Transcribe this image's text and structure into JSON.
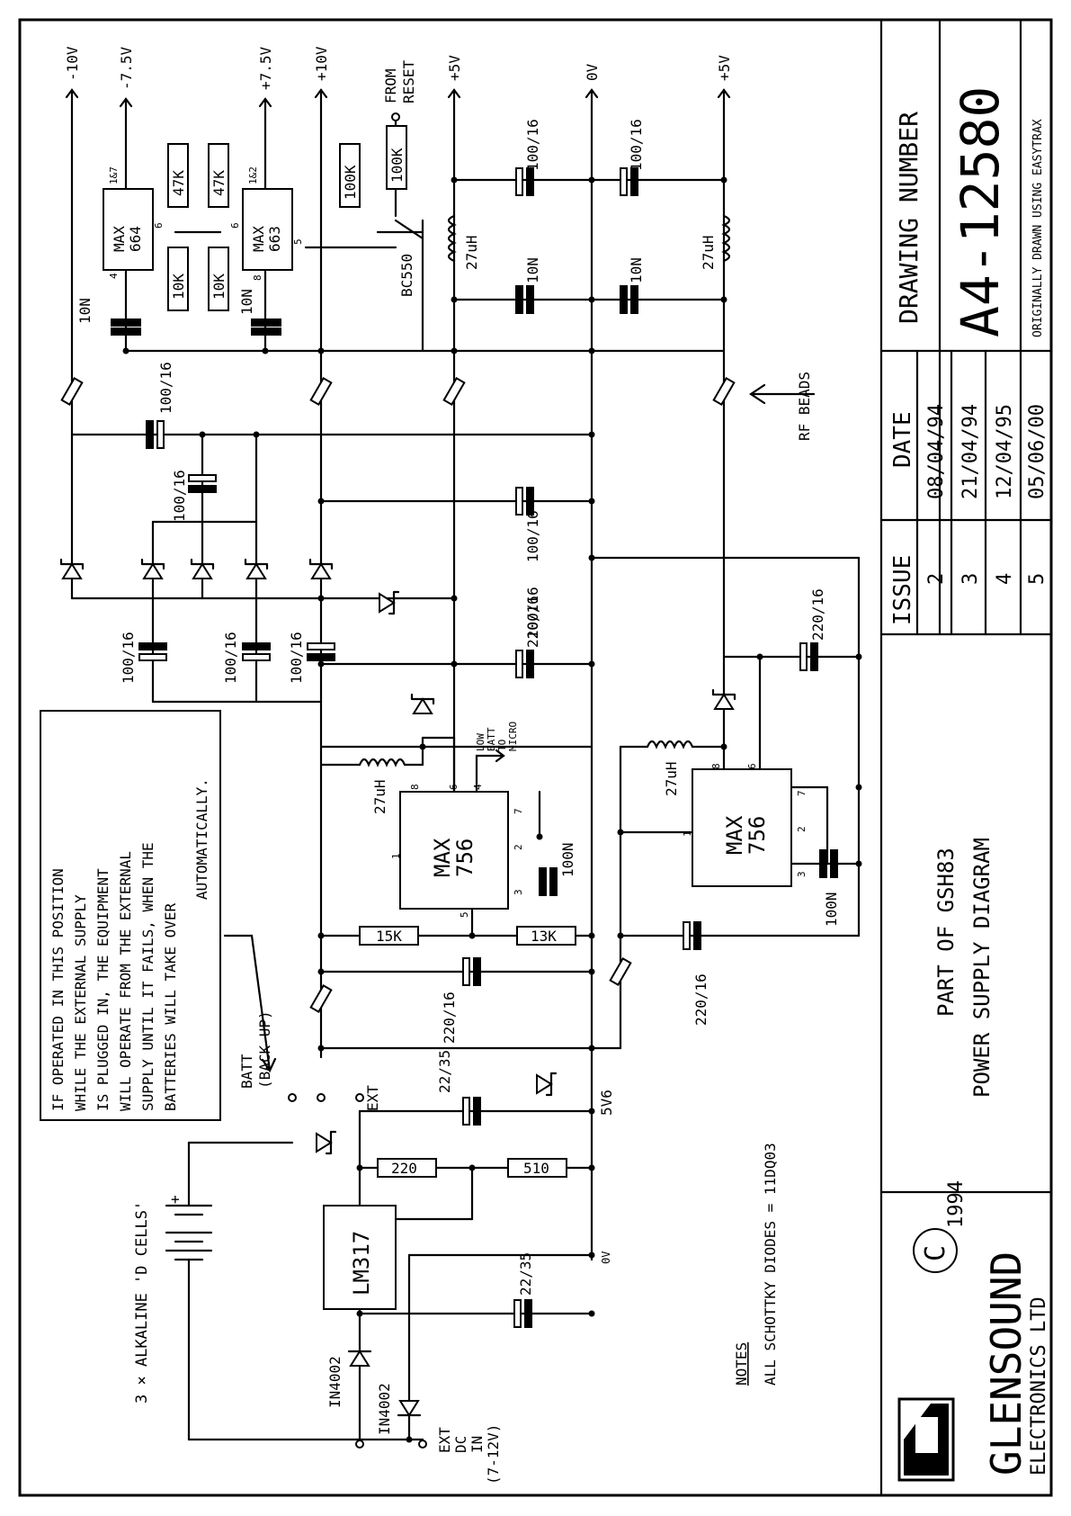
{
  "rails": {
    "m10v": "-10V",
    "m7_5v": "-7.5V",
    "p7_5v": "+7.5V",
    "p10v": "+10V",
    "from_reset_1": "FROM",
    "from_reset_2": "RESET",
    "p5v_a": "+5V",
    "zero_v": "0V",
    "p5v_b": "+5V"
  },
  "ics": {
    "max664": [
      "MAX",
      "664"
    ],
    "max664_pin": "1&7",
    "max663": [
      "MAX",
      "663"
    ],
    "max663_pin": "1&2",
    "max756_a": [
      "MAX",
      "756"
    ],
    "max756_b": [
      "MAX",
      "756"
    ],
    "lm317": "LM317",
    "transistor": "BC550"
  },
  "pins": {
    "p4": "4",
    "p6": "6",
    "p8": "8",
    "p5": "5",
    "p1": "1",
    "p2": "2",
    "p3": "3",
    "p7": "7"
  },
  "components": {
    "r47k": "47K",
    "r10k": "10K",
    "r100k": "100K",
    "r15k": "15K",
    "r13k": "13K",
    "r220": "220",
    "r510": "510",
    "c10n": "10N",
    "c100n": "100N",
    "c100_16": "100/16",
    "c220_16": "220/16",
    "c22_35": "22/35",
    "l27uh": "27uH",
    "d_in4002": "IN4002"
  },
  "labels": {
    "rf_beads": "RF BEADS",
    "low_batt": [
      "LOW",
      "BATT",
      "TO",
      "MICRO"
    ],
    "batt": "BATT",
    "back_up": "(BACK UP)",
    "ext": "EXT",
    "v5v6": "5V6",
    "zero_v_small": "0V",
    "alkaline": "3 × ALKALINE 'D CELLS'",
    "plus": "+",
    "ext_dc_in": [
      "EXT",
      "DC",
      "IN",
      "(7-12V)"
    ]
  },
  "note_box": [
    "IF OPERATED IN THIS POSITION",
    "WHILE THE EXTERNAL SUPPLY",
    "IS PLUGGED IN, THE EQUIPMENT",
    "WILL OPERATE FROM THE EXTERNAL",
    "SUPPLY UNTIL IT FAILS, WHEN THE",
    "BATTERIES WILL TAKE OVER",
    "AUTOMATICALLY."
  ],
  "notes": {
    "heading": "NOTES",
    "schottky": "ALL SCHOTTKY DIODES = 11DQ03"
  },
  "title_block": {
    "drawing_number_label": "DRAWING NUMBER",
    "drawing_number": "A4-12580",
    "originally": "ORIGINALLY DRAWN USING EASYTRAX",
    "issue_header": "ISSUE",
    "date_header": "DATE",
    "rows": [
      {
        "issue": "2",
        "date": "08/04/94"
      },
      {
        "issue": "3",
        "date": "21/04/94"
      },
      {
        "issue": "4",
        "date": "12/04/95"
      },
      {
        "issue": "5",
        "date": "05/06/00"
      }
    ],
    "part_of": "PART OF GSH83",
    "title": "POWER SUPPLY DIAGRAM",
    "copyright_symbol": "C",
    "year": "1994",
    "company": "GLENSOUND",
    "company_sub": "ELECTRONICS  LTD"
  }
}
